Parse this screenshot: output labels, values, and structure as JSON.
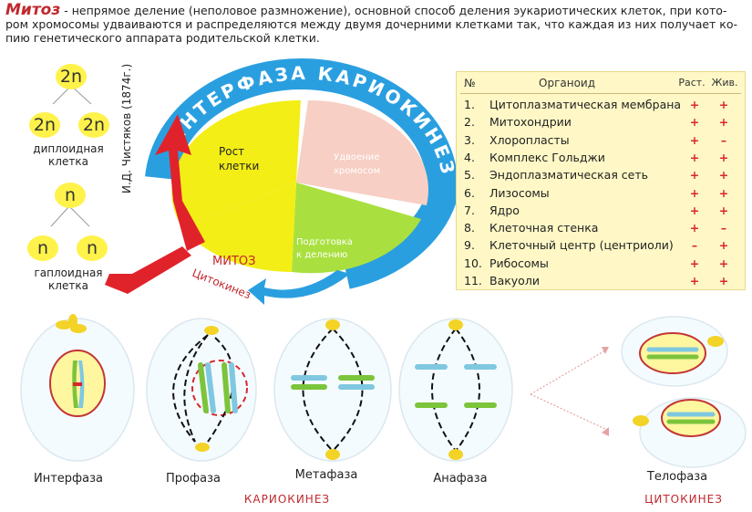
{
  "intro": {
    "term": "Митоз",
    "line1": " - непрямое деление (неполовое размножение), основной способ деления эукариотических клеток, при кото-",
    "line2": "ром хромосомы удваиваются и распределяются между двумя дочерними клетками так, что каждая из них получает ко-",
    "line3": "пию генетического аппарата родительской клетки."
  },
  "ploidy": {
    "diploid_top": "2n",
    "diploid_left": "2n",
    "diploid_right": "2n",
    "diploid_label_1": "диплоидная",
    "diploid_label_2": "клетка",
    "haploid_top": "n",
    "haploid_left": "n",
    "haploid_right": "n",
    "haploid_label_1": "гаплоидная",
    "haploid_label_2": "клетка"
  },
  "author": "И.Д. Чистяков (1874г.)",
  "cycle": {
    "ring_text": "ИНТЕРФАЗА КАРИОКИНЕЗ",
    "growth_1": "Рост",
    "growth_2": "клетки",
    "doubling_1": "Удвоение",
    "doubling_2": "хромосом",
    "prep_1": "Подготовка",
    "prep_2": "к делению",
    "mitosis": "МИТОЗ",
    "cytokinesis": "Цитокинез",
    "colors": {
      "growth": "#f3ee16",
      "doubling": "#f7cfc4",
      "prep": "#a9e03f",
      "ring": "#2a9fe0",
      "red_arrow": "#e0232b"
    }
  },
  "table": {
    "headers": {
      "num": "№",
      "name": "Органоид",
      "plant": "Раст.",
      "animal": "Жив."
    },
    "rows": [
      {
        "num": "1.",
        "name": "Цитоплазматическая мембрана",
        "plant": "+",
        "animal": "+"
      },
      {
        "num": "2.",
        "name": "Митохондрии",
        "plant": "+",
        "animal": "+"
      },
      {
        "num": "3.",
        "name": "Хлоропласты",
        "plant": "+",
        "animal": "–"
      },
      {
        "num": "4.",
        "name": "Комплекс Гольджи",
        "plant": "+",
        "animal": "+"
      },
      {
        "num": "5.",
        "name": "Эндоплазматическая сеть",
        "plant": "+",
        "animal": "+"
      },
      {
        "num": "6.",
        "name": "Лизосомы",
        "plant": "+",
        "animal": "+"
      },
      {
        "num": "7.",
        "name": "Ядро",
        "plant": "+",
        "animal": "+"
      },
      {
        "num": "8.",
        "name": "Клеточная стенка",
        "plant": "+",
        "animal": "–"
      },
      {
        "num": "9.",
        "name": "Клеточный центр (центриоли)",
        "plant": "–",
        "animal": "+"
      },
      {
        "num": "10.",
        "name": "Рибосомы",
        "plant": "+",
        "animal": "+"
      },
      {
        "num": "11.",
        "name": "Вакуоли",
        "plant": "+",
        "animal": "+"
      }
    ]
  },
  "stages": {
    "interphase": "Интерфаза",
    "prophase": "Профаза",
    "metaphase": "Метафаза",
    "anaphase": "Анафаза",
    "telophase": "Телофаза"
  },
  "sections": {
    "karyokinesis": "КАРИОКИНЕЗ",
    "cytokinesis": "ЦИТОКИНЕЗ"
  }
}
